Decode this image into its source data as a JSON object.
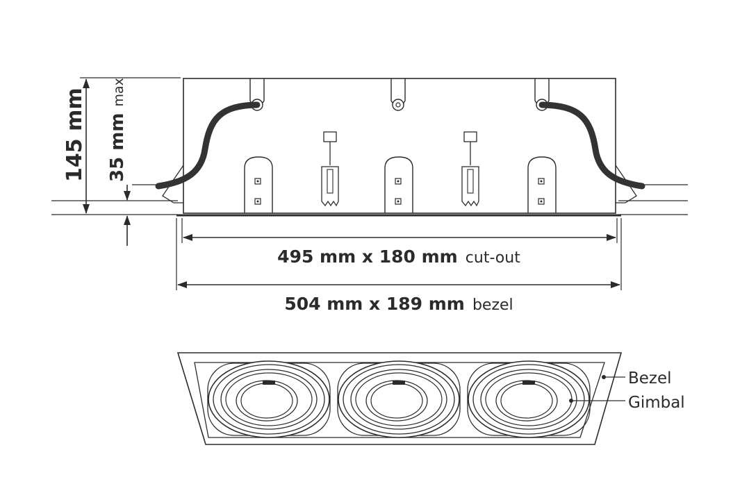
{
  "dimensions": {
    "height_value": "145 mm",
    "depth_value": "35 mm",
    "depth_suffix": "max",
    "cutout_value": "495 mm x 180 mm",
    "cutout_suffix": "cut-out",
    "bezel_value": "504 mm x 189 mm",
    "bezel_suffix": "bezel"
  },
  "callouts": {
    "bezel": "Bezel",
    "gimbal": "Gimbal"
  },
  "colors": {
    "line": "#2b2b2b",
    "cable": "#333333",
    "background": "#ffffff"
  },
  "units": {
    "gimbal_count": 3
  }
}
